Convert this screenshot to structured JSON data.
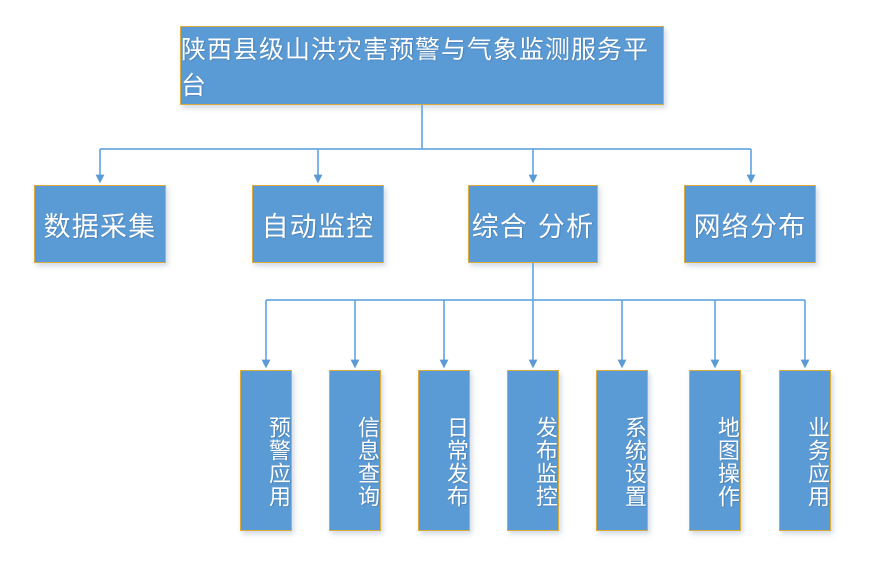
{
  "diagram": {
    "type": "organization-hierarchy",
    "title": "陕西县级山洪灾害预警与气象监测服务平台",
    "colors": {
      "node_fill": "#5b9bd5",
      "node_border": "#dcab3e",
      "connector": "#6aa9e0",
      "text": "#ffffff",
      "background": "#ffffff"
    },
    "root": {
      "label": "陕西县级山洪灾害预警与气象监测服务平台",
      "orientation": "horizontal"
    },
    "level2": [
      {
        "label": "数据采集",
        "orientation": "horizontal"
      },
      {
        "label": "自动监控",
        "orientation": "horizontal"
      },
      {
        "label": "综合 分析",
        "orientation": "horizontal"
      },
      {
        "label": "网络分布",
        "orientation": "horizontal"
      }
    ],
    "level3_parent": "综合 分析",
    "level3": [
      {
        "label": "预警应用",
        "orientation": "vertical"
      },
      {
        "label": "信息查询",
        "orientation": "vertical"
      },
      {
        "label": "日常发布",
        "orientation": "vertical"
      },
      {
        "label": "发布监控",
        "orientation": "vertical"
      },
      {
        "label": "系统设置",
        "orientation": "vertical"
      },
      {
        "label": "地图操作",
        "orientation": "vertical"
      },
      {
        "label": "业务应用",
        "orientation": "vertical"
      }
    ]
  }
}
